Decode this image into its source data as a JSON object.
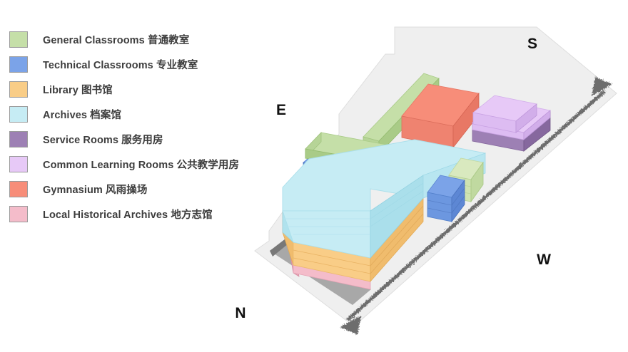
{
  "legend": {
    "items": [
      {
        "label": "General Classrooms 普通教室",
        "color": "#c5dfa8",
        "swatch_name": "swatch-general-classrooms"
      },
      {
        "label": "Technical Classrooms 专业教室",
        "color": "#7ba3e8",
        "swatch_name": "swatch-technical-classrooms"
      },
      {
        "label": "Library 图书馆",
        "color": "#f9cd87",
        "swatch_name": "swatch-library"
      },
      {
        "label": "Archives 档案馆",
        "color": "#c6ecf4",
        "swatch_name": "swatch-archives"
      },
      {
        "label": "Service Rooms 服务用房",
        "color": "#9d80b4",
        "swatch_name": "swatch-service-rooms"
      },
      {
        "label": "Common Learning Rooms 公共教学用房",
        "color": "#e7c9f7",
        "swatch_name": "swatch-common-learning-rooms"
      },
      {
        "label": "Gymnasium 风雨操场",
        "color": "#f78d79",
        "swatch_name": "swatch-gymnasium"
      },
      {
        "label": "Local Historical Archives 地方志馆",
        "color": "#f4bcca",
        "swatch_name": "swatch-local-historical-archives"
      }
    ]
  },
  "diagram": {
    "compass": {
      "east": "E",
      "south": "S",
      "west": "W",
      "north": "N"
    },
    "colors": {
      "site_plane": "#efefef",
      "site_plane_edge": "#d8d8d8",
      "shadow": "#a8a8a8",
      "arrow": "#6d6d6d",
      "general_classrooms": "#c5dfa8",
      "general_classrooms_side": "#a9cb87",
      "general_classrooms_pale": "#d9e9bf",
      "technical_classrooms": "#7ba3e8",
      "technical_classrooms_side": "#5d87d4",
      "library": "#f9cd87",
      "library_side": "#f0bc6d",
      "archives": "#c6ecf4",
      "archives_side": "#aadfeb",
      "service_rooms": "#9d80b4",
      "service_rooms_side": "#86689e",
      "common_learning_rooms": "#e7c9f7",
      "common_learning_rooms_side": "#d2aeea",
      "gymnasium": "#f78d79",
      "gymnasium_side": "#e87865",
      "local_historical_archives": "#f4bcca",
      "local_historical_archives_side": "#e5a3b5"
    },
    "volumes": [
      {
        "name": "main-stack-archives",
        "program": "Archives 档案馆"
      },
      {
        "name": "main-stack-library",
        "program": "Library 图书馆"
      },
      {
        "name": "main-stack-local-archives",
        "program": "Local Historical Archives 地方志馆"
      },
      {
        "name": "green-bar-vertical",
        "program": "General Classrooms 普通教室"
      },
      {
        "name": "green-bar-horizontal",
        "program": "General Classrooms 普通教室"
      },
      {
        "name": "green-block-east",
        "program": "General Classrooms 普通教室"
      },
      {
        "name": "blue-slab",
        "program": "Technical Classrooms 专业教室"
      },
      {
        "name": "blue-block-east",
        "program": "Technical Classrooms 专业教室"
      },
      {
        "name": "gymnasium-block",
        "program": "Gymnasium 风雨操场"
      },
      {
        "name": "common-learning-block",
        "program": "Common Learning Rooms 公共教学用房"
      },
      {
        "name": "service-rooms-base",
        "program": "Service Rooms 服务用房"
      }
    ]
  }
}
